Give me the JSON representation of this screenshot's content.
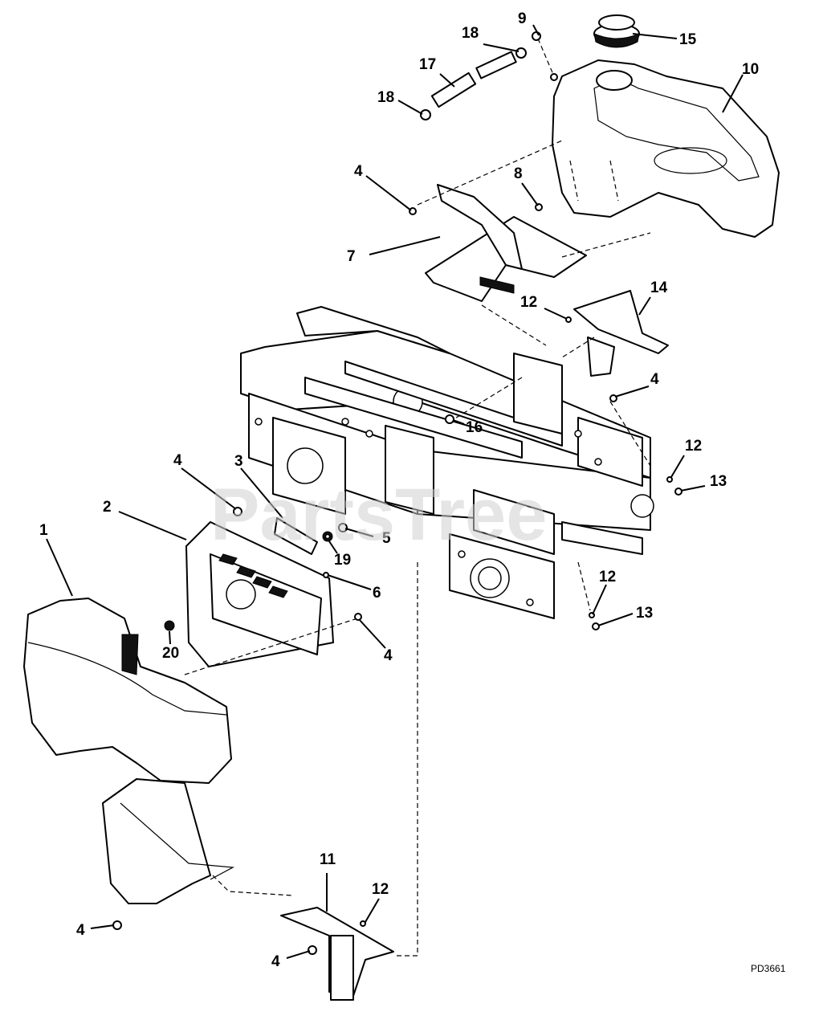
{
  "watermark": "PartsTree",
  "drawing_code": "PD3661",
  "callouts": [
    {
      "id": "c1",
      "label": "1"
    },
    {
      "id": "c2",
      "label": "2"
    },
    {
      "id": "c3",
      "label": "3"
    },
    {
      "id": "c4a",
      "label": "4"
    },
    {
      "id": "c4b",
      "label": "4"
    },
    {
      "id": "c4c",
      "label": "4"
    },
    {
      "id": "c4d",
      "label": "4"
    },
    {
      "id": "c4e",
      "label": "4"
    },
    {
      "id": "c4f",
      "label": "4"
    },
    {
      "id": "c5",
      "label": "5"
    },
    {
      "id": "c6",
      "label": "6"
    },
    {
      "id": "c7",
      "label": "7"
    },
    {
      "id": "c8",
      "label": "8"
    },
    {
      "id": "c9",
      "label": "9"
    },
    {
      "id": "c10",
      "label": "10"
    },
    {
      "id": "c11",
      "label": "11"
    },
    {
      "id": "c12a",
      "label": "12"
    },
    {
      "id": "c12b",
      "label": "12"
    },
    {
      "id": "c12c",
      "label": "12"
    },
    {
      "id": "c12d",
      "label": "12"
    },
    {
      "id": "c13a",
      "label": "13"
    },
    {
      "id": "c13b",
      "label": "13"
    },
    {
      "id": "c14",
      "label": "14"
    },
    {
      "id": "c15",
      "label": "15"
    },
    {
      "id": "c16",
      "label": "16"
    },
    {
      "id": "c17",
      "label": "17"
    },
    {
      "id": "c18a",
      "label": "18"
    },
    {
      "id": "c18b",
      "label": "18"
    },
    {
      "id": "c19",
      "label": "19"
    },
    {
      "id": "c20",
      "label": "20"
    }
  ]
}
